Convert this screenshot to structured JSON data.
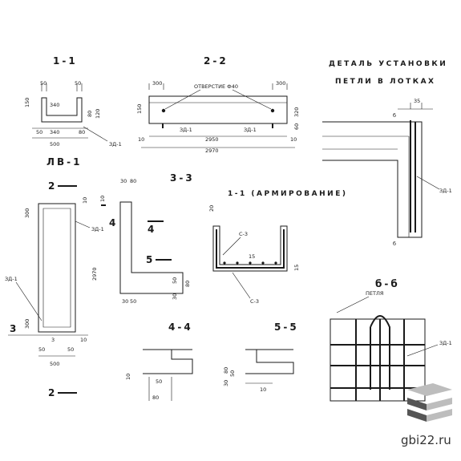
{
  "sections": {
    "s11": "1-1",
    "s22": "2-2",
    "s33": "3-3",
    "s44": "4-4",
    "s55": "5-5",
    "s66": "б-б",
    "lv1": "ЛВ-1",
    "arm": "1-1 (АРМИРОВАНИЕ)"
  },
  "detail_title": [
    "ДЕТАЛЬ УСТАНОВКИ",
    "ПЕТЛИ В ЛОТКАХ"
  ],
  "section_marks": {
    "two": "2",
    "three": "3",
    "four": "4",
    "five": "5",
    "six": "б"
  },
  "labels": {
    "opening": "ОТВЕРСТИЕ Ф40",
    "zd1": "ЗД-1",
    "zd1_upper": "ЗД-1",
    "s3": "С-3",
    "loop": "ПЕТЛЯ"
  },
  "dims": {
    "d50": "50",
    "d30": "30",
    "d80": "80",
    "d150": "150",
    "d340": "340",
    "d120": "120",
    "d500": "500",
    "d300": "300",
    "d2950": "2950",
    "d2970": "2970",
    "d10": "10",
    "d60": "60",
    "d320": "320",
    "d35": "35",
    "d20": "20",
    "d15": "15"
  },
  "watermark": "gbi22.ru",
  "colors": {
    "ink": "#1a1a1a",
    "logo_dark": "#555555",
    "logo_light": "#bdbdbd"
  }
}
